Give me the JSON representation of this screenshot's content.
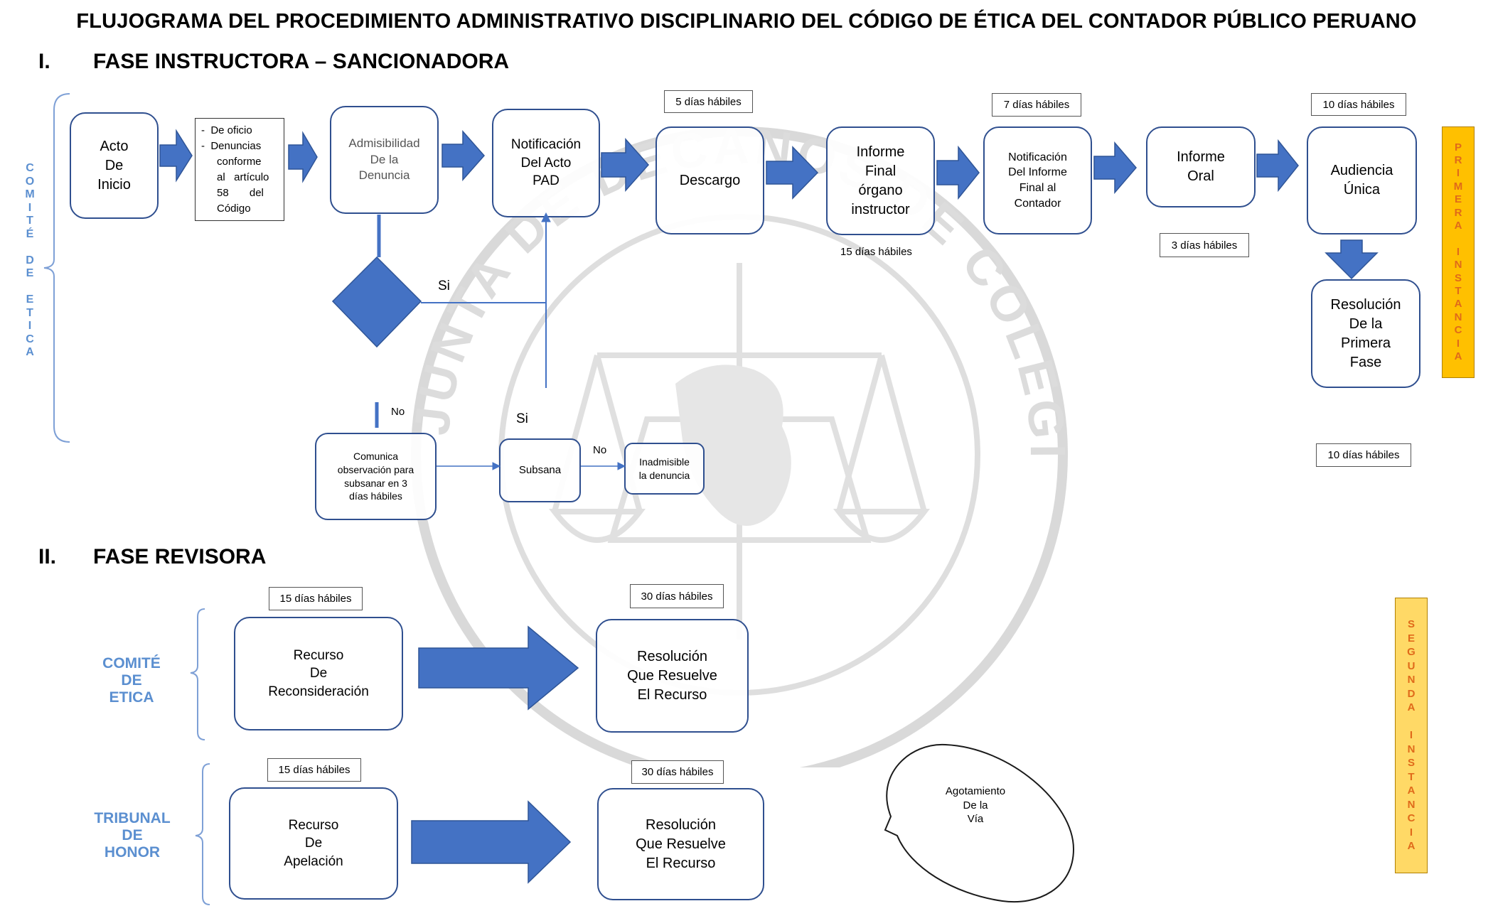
{
  "title": "FLUJOGRAMA DEL PROCEDIMIENTO ADMINISTRATIVO DISCIPLINARIO DEL CÓDIGO DE ÉTICA DEL CONTADOR PÚBLICO PERUANO",
  "watermark": "JUNTA DE DECANOS DE COLEGIOS DE CONTADORES PÚBLICOS DEL PERÚ",
  "phase1": {
    "roman": "I.",
    "heading": "FASE INSTRUCTORA – SANCIONADORA",
    "committee": "C\nO\nM\nI\nT\nÉ\n\nD\nE\n\nE\nT\nI\nC\nA",
    "instance": "P\nR\nI\nM\nE\nR\nA\n\nI\nN\nS\nT\nA\nN\nC\nI\nA",
    "boxes": {
      "acto": "Acto\nDe\nInicio",
      "admisibilidad": "Admisibilidad\nDe la\nDenuncia",
      "notificacion": "Notificación\nDel Acto\nPAD",
      "descargo": "Descargo",
      "informe_final": "Informe\nFinal\nórgano\ninstructor",
      "notif_informe": "Notificación\nDel Informe\nFinal al\nContador",
      "informe_oral": "Informe\nOral",
      "audiencia": "Audiencia\nÚnica",
      "resolucion": "Resolución\nDe la\nPrimera\nFase",
      "comunica": "Comunica\nobservación para\nsubsanar en 3\ndías hábiles",
      "subsana": "Subsana",
      "inadmisible": "Inadmisible\nla denuncia"
    },
    "list": {
      "item1": "De oficio",
      "item2_lines": [
        "Denuncias",
        "conforme",
        "al   artículo",
        "58       del",
        "Código"
      ]
    },
    "notes": {
      "descargo": "5 días hábiles",
      "notif_informe": "7 días hábiles",
      "audiencia": "10 días hábiles",
      "informe_final": "15 días hábiles",
      "informe_oral": "3 días hábiles",
      "resolucion": "10 días hábiles"
    },
    "labels": {
      "si1": "Si",
      "no1": "No",
      "si2": "Si",
      "no2": "No"
    }
  },
  "phase2": {
    "roman": "II.",
    "heading": "FASE REVISORA",
    "instance": "S\nE\nG\nU\nN\nD\nA\n\nI\nN\nS\nT\nA\nN\nC\nI\nA",
    "comite": "COMITÉ\nDE\nETICA",
    "tribunal": "TRIBUNAL\nDE\nHONOR",
    "boxes": {
      "reconsideracion": "Recurso\nDe\nReconsideración",
      "resuelve1": "Resolución\nQue Resuelve\nEl Recurso",
      "apelacion": "Recurso\nDe\nApelación",
      "resuelve2": "Resolución\nQue Resuelve\nEl Recurso"
    },
    "notes": {
      "reconsideracion": "15 días hábiles",
      "resuelve1": "30 días hábiles",
      "apelacion": "15 días hábiles",
      "resuelve2": "30 días hábiles"
    },
    "callout": "Agotamiento\nDe la\nVía"
  },
  "colors": {
    "arrow": "#4472c4",
    "border": "#2f4f8f",
    "side_label": "#5b8fd0",
    "instance1": "#ffc000",
    "instance2": "#ffd966",
    "instance_text": "#e06a1a"
  }
}
